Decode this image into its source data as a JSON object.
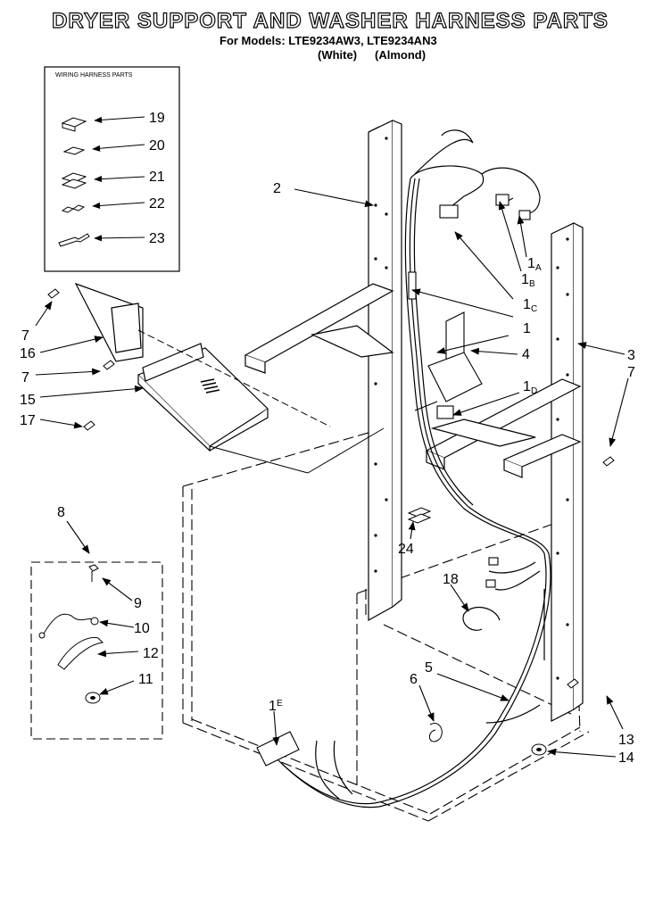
{
  "header": {
    "title": "DRYER SUPPORT AND WASHER HARNESS PARTS",
    "models_line": "For Models: LTE9234AW3, LTE9234AN3",
    "color_white": "(White)",
    "color_almond": "(Almond)"
  },
  "inset": {
    "title": "WIRING HARNESS PARTS",
    "parts": [
      "19",
      "20",
      "21",
      "22",
      "23"
    ]
  },
  "callouts": {
    "c2": "2",
    "c1a": "1",
    "c1a_sub": "A",
    "c1b": "1",
    "c1b_sub": "B",
    "c1c": "1",
    "c1c_sub": "C",
    "c1": "1",
    "c4": "4",
    "c3": "3",
    "c7_right": "7",
    "c1d": "1",
    "c1d_sub": "D",
    "c7_a": "7",
    "c16": "16",
    "c7_b": "7",
    "c15": "15",
    "c17": "17",
    "c8": "8",
    "c9": "9",
    "c10": "10",
    "c12": "12",
    "c11": "11",
    "c24": "24",
    "c18": "18",
    "c5": "5",
    "c6": "6",
    "c1e": "1",
    "c1e_sub": "E",
    "c13": "13",
    "c14": "14"
  }
}
